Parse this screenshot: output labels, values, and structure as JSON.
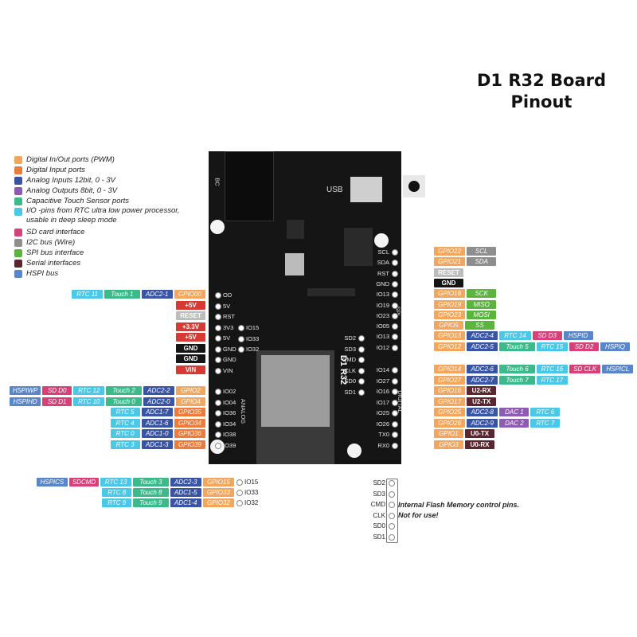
{
  "title": {
    "line1": "D1 R32 Board",
    "line2": "Pinout"
  },
  "colors": {
    "pwm": "#f4a65c",
    "digital_in": "#f07a3a",
    "adc": "#3a54a4",
    "dac": "#8e5bb2",
    "touch": "#3dba8c",
    "rtc": "#4bc7e8",
    "sd": "#d8407a",
    "i2c": "#8e8e8e",
    "spi": "#5ab43e",
    "serial": "#5b2630",
    "hspi": "#5a86c9",
    "power": "#d73a33",
    "gnd": "#151515",
    "reset": "#bdbdbd"
  },
  "legend": [
    {
      "color": "#f4a65c",
      "label": "Digital In/Out ports (PWM)"
    },
    {
      "color": "#f07a3a",
      "label": "Digital Input ports"
    },
    {
      "color": "#3a54a4",
      "label": "Analog Inputs 12bit, 0 - 3V"
    },
    {
      "color": "#8e5bb2",
      "label": "Analog Outputs 8bit, 0 - 3V"
    },
    {
      "color": "#3dba8c",
      "label": "Capacitive Touch Sensor ports"
    },
    {
      "color": "#4bc7e8",
      "label": "I/O -pins from RTC ultra low power processor, usable in deep sleep mode",
      "tall": true
    },
    {
      "color": "#d8407a",
      "label": "SD card interface"
    },
    {
      "color": "#8e8e8e",
      "label": "I2C bus (Wire)"
    },
    {
      "color": "#5ab43e",
      "label": "SPI bus interface"
    },
    {
      "color": "#5b2630",
      "label": "Serial interfaces"
    },
    {
      "color": "#5a86c9",
      "label": "HSPI bus"
    }
  ],
  "board": {
    "usb": "USB",
    "bc": "BC",
    "name": "D1 R32",
    "spi": "SPI",
    "analog": "ANALOG",
    "digital": "DIGITAL",
    "left_header": [
      "OD",
      "5V",
      "RST",
      "3V3",
      "5V",
      "GND",
      "GND",
      "VIN"
    ],
    "analog_header": [
      "IO02",
      "IO04",
      "IO36",
      "IO34",
      "IO38",
      "IO39"
    ],
    "icsp_left": [
      "IO15",
      "IO33",
      "IO32"
    ],
    "right_header": [
      "SCL",
      "SDA",
      "RST",
      "GND",
      "IO13",
      "IO19",
      "IO23",
      "IO05",
      "IO13",
      "IO12"
    ],
    "digital_header": [
      "IO14",
      "IO27",
      "IO16",
      "IO17",
      "IO25",
      "IO26",
      "TX0",
      "RX0"
    ],
    "sd_pins": [
      "SD2",
      "SD3",
      "CMD",
      "CLK",
      "SD0",
      "SD1"
    ]
  },
  "left_rows": [
    [
      [
        "RTC 11",
        "#4bc7e8"
      ],
      [
        "Touch 1",
        "#3dba8c"
      ],
      [
        "ADC2-1",
        "#3a54a4"
      ],
      [
        "GPIO00",
        "#f4a65c"
      ]
    ],
    [
      [
        "+5V",
        "#d73a33"
      ]
    ],
    [
      [
        "RESET",
        "#bdbdbd"
      ]
    ],
    [
      [
        "+3.3V",
        "#d73a33"
      ]
    ],
    [
      [
        "+5V",
        "#d73a33"
      ]
    ],
    [
      [
        "GND",
        "#151515"
      ]
    ],
    [
      [
        "GND",
        "#151515"
      ]
    ],
    [
      [
        "VIN",
        "#d73a33"
      ]
    ]
  ],
  "left_analog_rows": [
    [
      [
        "HSPIWP",
        "#5a86c9"
      ],
      [
        "SD D0",
        "#d8407a"
      ],
      [
        "RTC 12",
        "#4bc7e8"
      ],
      [
        "Touch 2",
        "#3dba8c"
      ],
      [
        "ADC2-2",
        "#3a54a4"
      ],
      [
        "GPIO2",
        "#f4a65c"
      ]
    ],
    [
      [
        "HSPIHD",
        "#5a86c9"
      ],
      [
        "SD D1",
        "#d8407a"
      ],
      [
        "RTC 10",
        "#4bc7e8"
      ],
      [
        "Touch 0",
        "#3dba8c"
      ],
      [
        "ADC2-0",
        "#3a54a4"
      ],
      [
        "GPIO4",
        "#f4a65c"
      ]
    ],
    [
      [
        "RTC 5",
        "#4bc7e8"
      ],
      [
        "ADC1-7",
        "#3a54a4"
      ],
      [
        "GPIO35",
        "#f07a3a"
      ]
    ],
    [
      [
        "RTC 4",
        "#4bc7e8"
      ],
      [
        "ADC1-6",
        "#3a54a4"
      ],
      [
        "GPIO34",
        "#f07a3a"
      ]
    ],
    [
      [
        "RTC 0",
        "#4bc7e8"
      ],
      [
        "ADC1-0",
        "#3a54a4"
      ],
      [
        "GPIO36",
        "#f07a3a"
      ]
    ],
    [
      [
        "RTC 3",
        "#4bc7e8"
      ],
      [
        "ADC1-3",
        "#3a54a4"
      ],
      [
        "GPIO39",
        "#f07a3a"
      ]
    ]
  ],
  "bottom_rows": [
    {
      "pin": "IO15",
      "tags": [
        [
          "HSPICS",
          "#5a86c9"
        ],
        [
          "SDCMD",
          "#d8407a"
        ],
        [
          "RTC 13",
          "#4bc7e8"
        ],
        [
          "Touch 3",
          "#3dba8c"
        ],
        [
          "ADC2-3",
          "#3a54a4"
        ],
        [
          "GPIO15",
          "#f4a65c"
        ]
      ]
    },
    {
      "pin": "IO33",
      "tags": [
        [
          "RTC 8",
          "#4bc7e8"
        ],
        [
          "Touch 8",
          "#3dba8c"
        ],
        [
          "ADC1-5",
          "#3a54a4"
        ],
        [
          "GPIO33",
          "#f4a65c"
        ]
      ]
    },
    {
      "pin": "IO32",
      "tags": [
        [
          "RTC 9",
          "#4bc7e8"
        ],
        [
          "Touch 9",
          "#3dba8c"
        ],
        [
          "ADC1-4",
          "#3a54a4"
        ],
        [
          "GPIO32",
          "#f4a65c"
        ]
      ]
    }
  ],
  "right_rows": [
    [
      [
        "GPIO22",
        "#f4a65c"
      ],
      [
        "SCL",
        "#8e8e8e"
      ]
    ],
    [
      [
        "GPIO21",
        "#f4a65c"
      ],
      [
        "SDA",
        "#8e8e8e"
      ]
    ],
    [
      [
        "RESET",
        "#bdbdbd"
      ]
    ],
    [
      [
        "GND",
        "#151515"
      ]
    ],
    [
      [
        "GPIO18",
        "#f4a65c"
      ],
      [
        "SCK",
        "#5ab43e"
      ]
    ],
    [
      [
        "GPIO19",
        "#f4a65c"
      ],
      [
        "MISO",
        "#5ab43e"
      ]
    ],
    [
      [
        "GPIO23",
        "#f4a65c"
      ],
      [
        "MOSI",
        "#5ab43e"
      ]
    ],
    [
      [
        "GPIO5",
        "#f4a65c"
      ],
      [
        "SS",
        "#5ab43e"
      ]
    ],
    [
      [
        "GPIO13",
        "#f4a65c"
      ],
      [
        "ADC2-4",
        "#3a54a4"
      ],
      [
        "RTC 14",
        "#4bc7e8"
      ],
      [
        "SD D3",
        "#d8407a"
      ],
      [
        "HSPID",
        "#5a86c9"
      ]
    ],
    [
      [
        "GPIO12",
        "#f4a65c"
      ],
      [
        "ADC2-5",
        "#3a54a4"
      ],
      [
        "Touch 5",
        "#3dba8c"
      ],
      [
        "RTC 15",
        "#4bc7e8"
      ],
      [
        "SD D2",
        "#d8407a"
      ],
      [
        "HSPIQ",
        "#5a86c9"
      ]
    ]
  ],
  "right_digital_rows": [
    [
      [
        "GPIO14",
        "#f4a65c"
      ],
      [
        "ADC2-6",
        "#3a54a4"
      ],
      [
        "Touch 6",
        "#3dba8c"
      ],
      [
        "RTC 16",
        "#4bc7e8"
      ],
      [
        "SD CLK",
        "#d8407a"
      ],
      [
        "HSPICL",
        "#5a86c9"
      ]
    ],
    [
      [
        "GPIO27",
        "#f4a65c"
      ],
      [
        "ADC2-7",
        "#3a54a4"
      ],
      [
        "Touch 7",
        "#3dba8c"
      ],
      [
        "RTC 17",
        "#4bc7e8"
      ]
    ],
    [
      [
        "GPIO16",
        "#f4a65c"
      ],
      [
        "U2-RX",
        "#5b2630"
      ]
    ],
    [
      [
        "GPIO17",
        "#f4a65c"
      ],
      [
        "U2-TX",
        "#5b2630"
      ]
    ],
    [
      [
        "GPIO25",
        "#f4a65c"
      ],
      [
        "ADC2-8",
        "#3a54a4"
      ],
      [
        "DAC 1",
        "#8e5bb2"
      ],
      [
        "RTC 6",
        "#4bc7e8"
      ]
    ],
    [
      [
        "GPIO26",
        "#f4a65c"
      ],
      [
        "ADC2-9",
        "#3a54a4"
      ],
      [
        "DAC 2",
        "#8e5bb2"
      ],
      [
        "RTC 7",
        "#4bc7e8"
      ]
    ],
    [
      [
        "GPIO1",
        "#f4a65c"
      ],
      [
        "U0-TX",
        "#5b2630"
      ]
    ],
    [
      [
        "GPIO3",
        "#f4a65c"
      ],
      [
        "U0-RX",
        "#5b2630"
      ]
    ]
  ],
  "flash": {
    "pins": [
      "SD2",
      "SD3",
      "CMD",
      "CLK",
      "SD0",
      "SD1"
    ],
    "note1": "Internal Flash Memory control pins.",
    "note2": "Not for use!"
  }
}
